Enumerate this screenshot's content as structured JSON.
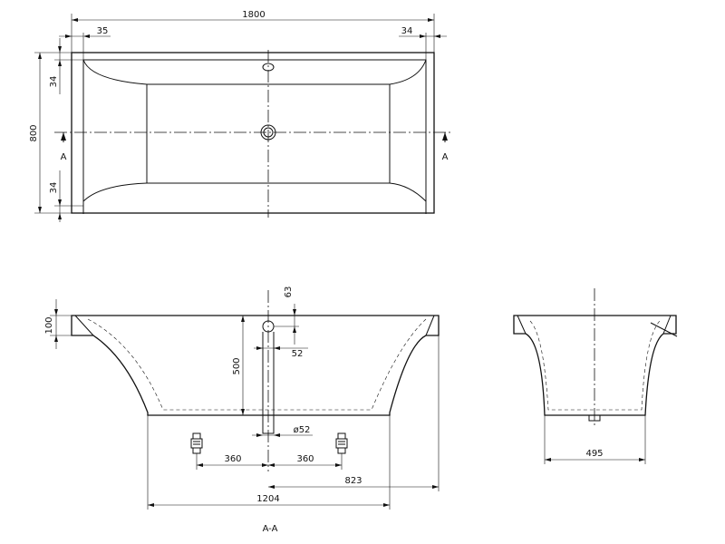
{
  "top_view": {
    "width": "1800",
    "left_offset": "35",
    "right_offset": "34",
    "height": "800",
    "top_inset": "34",
    "bottom_inset": "34",
    "section_left": "A",
    "section_right": "A"
  },
  "side_view": {
    "rim_height": "100",
    "overflow_offset": "63",
    "depth": "500",
    "overflow_diameter": "52",
    "drain_diameter": "ø52",
    "left_foot": "360",
    "right_foot": "360",
    "drain_to_edge": "823",
    "base_length": "1204",
    "section_label": "A-A"
  },
  "end_view": {
    "base_width": "495"
  }
}
